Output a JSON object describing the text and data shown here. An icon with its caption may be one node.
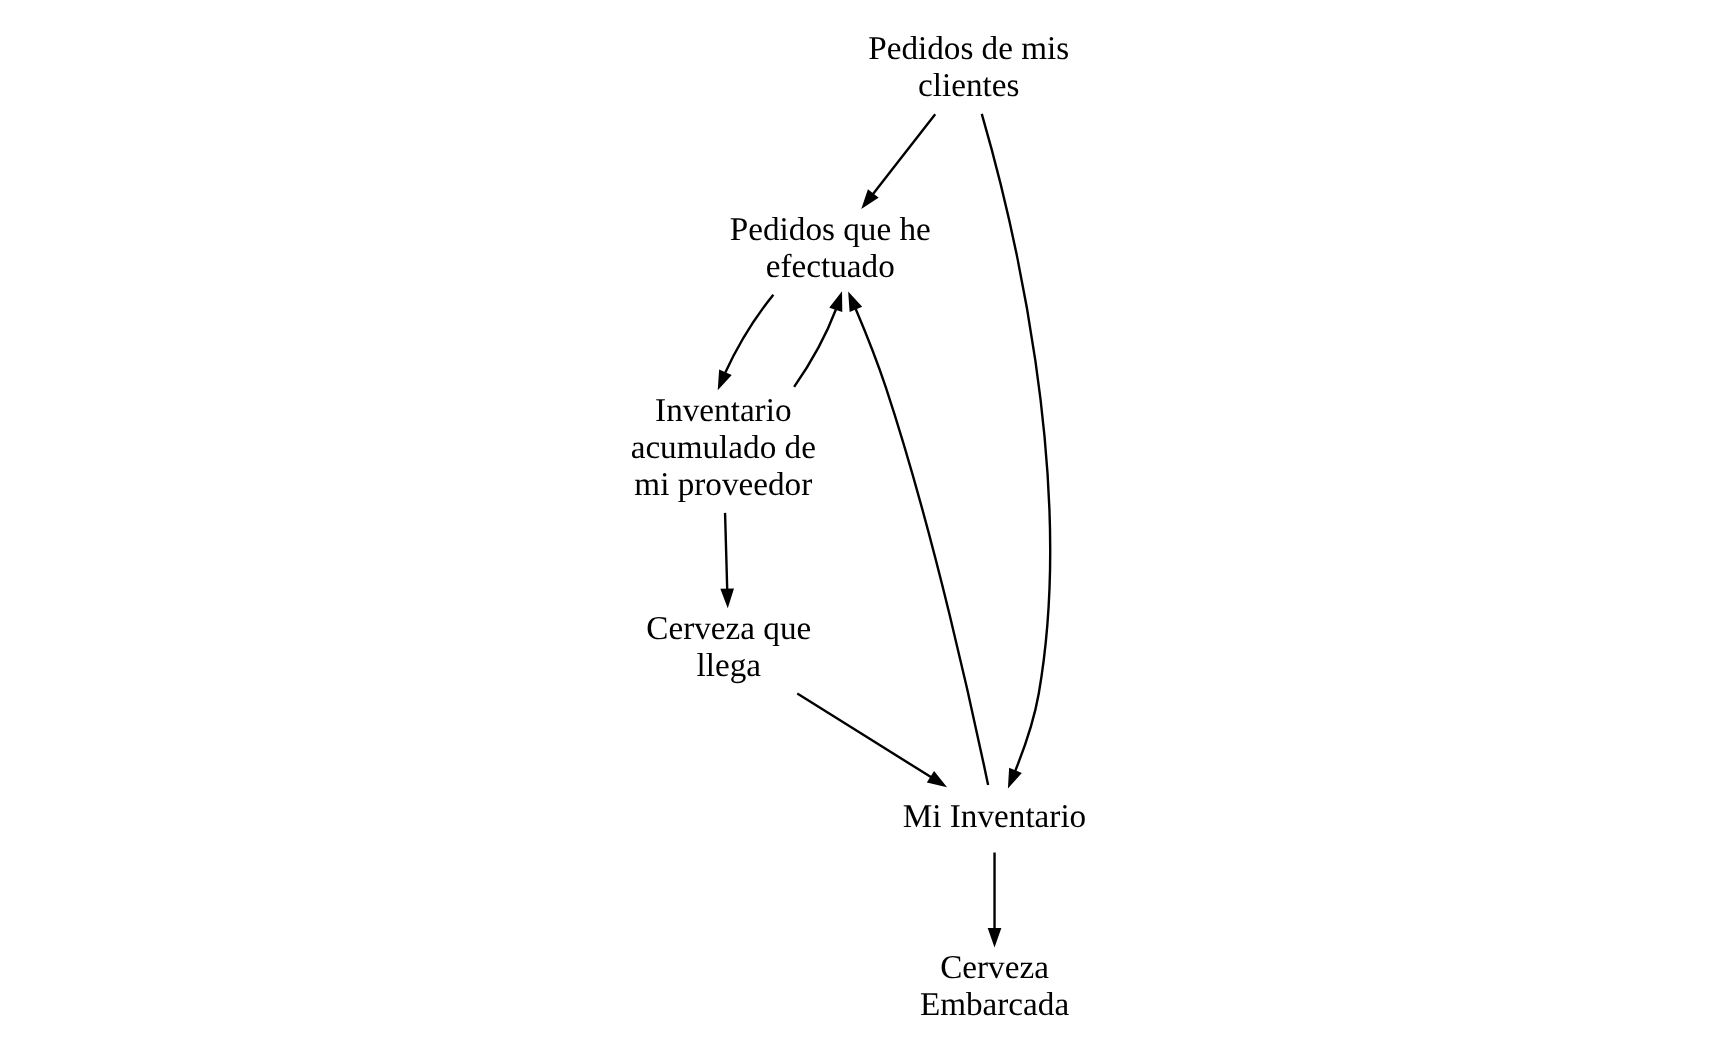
{
  "diagram": {
    "nodes": [
      {
        "text": [
          "Pedidos que he efectuado"
        ]
      },
      {
        "text": [
          "Inventario acumulado de mi proveedor"
        ]
      },
      {
        "text": [
          "Pedidos de mis clientes"
        ]
      },
      {
        "text": [
          "Mi Inventario"
        ]
      },
      {
        "text": [
          "Cerveza Embarcada"
        ]
      },
      {
        "text": [
          "Cerveza que llega"
        ]
      }
    ],
    "edges": [
      {
        "from": 2,
        "to": 0,
        "arrow": "to"
      },
      {
        "from": 0,
        "to": 1,
        "arrow": "to"
      },
      {
        "from": 2,
        "to": 3,
        "arrow": "to"
      },
      {
        "from": 3,
        "to": 0,
        "arrow": "to"
      },
      {
        "from": 1,
        "to": 0,
        "arrow": "to"
      },
      {
        "from": 1,
        "to": 5,
        "arrow": "to"
      },
      {
        "from": 5,
        "to": 3,
        "arrow": "to"
      },
      {
        "from": 3,
        "to": 4,
        "arrow": "to"
      }
    ]
  }
}
